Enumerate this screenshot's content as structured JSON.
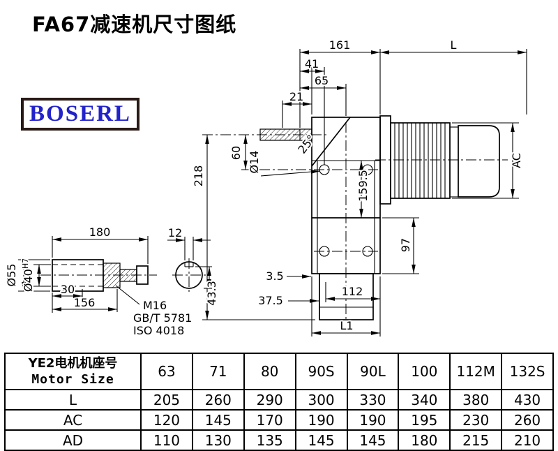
{
  "page": {
    "title": "FA67减速机尺寸图纸"
  },
  "logo": {
    "text": "BOSERL",
    "text_color": "#2222cc",
    "border_color": "#2a1a16"
  },
  "main_view": {
    "dims": {
      "top_width": "161",
      "motor_length": "L",
      "d41": "41",
      "d65": "65",
      "d21": "21",
      "d60": "60",
      "hole_dia": "Ø14",
      "height_218": "218",
      "angle": "25°",
      "d159_5": "159.5",
      "motor_dia": "AC",
      "d97": "97",
      "d3_5": "3.5",
      "d37_5": "37.5",
      "d112": "112",
      "bottom_length": "L1"
    }
  },
  "shaft_view": {
    "dims": {
      "length_180": "180",
      "key_width": "12",
      "outer_dia": "Ø55",
      "bore_dia": "Ø40",
      "bore_tol": "H7",
      "d30": "30",
      "d156": "156",
      "key_height": "43.3",
      "bolt": "M16",
      "bolt_std1": "GB/T 5781",
      "bolt_std2": "ISO 4018"
    }
  },
  "table": {
    "header": {
      "line1": "YE2电机机座号",
      "line2": "Motor Size"
    },
    "sizes": [
      "63",
      "71",
      "80",
      "90S",
      "90L",
      "100",
      "112M",
      "132S"
    ],
    "rows": [
      {
        "label": "L",
        "values": [
          "205",
          "260",
          "290",
          "300",
          "330",
          "340",
          "380",
          "430"
        ]
      },
      {
        "label": "AC",
        "values": [
          "120",
          "145",
          "170",
          "190",
          "190",
          "195",
          "230",
          "260"
        ]
      },
      {
        "label": "AD",
        "values": [
          "110",
          "130",
          "135",
          "145",
          "145",
          "180",
          "215",
          "210"
        ]
      }
    ]
  }
}
